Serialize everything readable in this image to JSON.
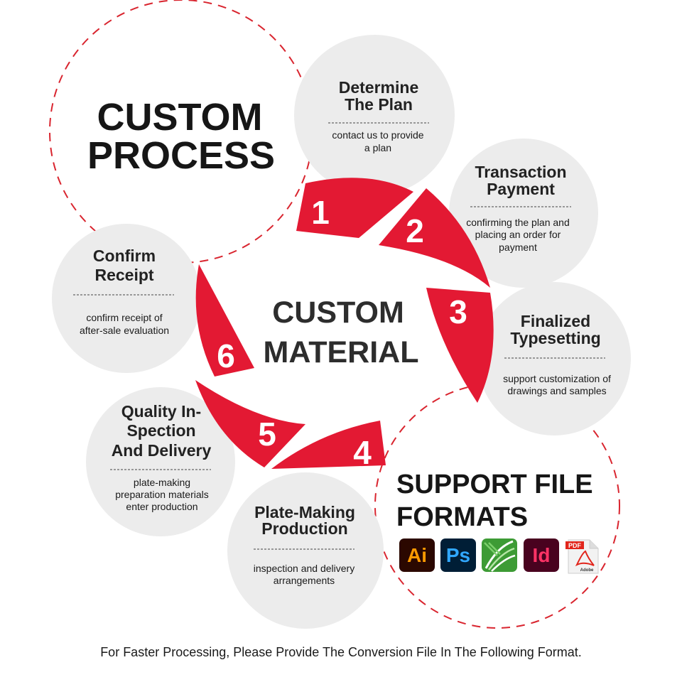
{
  "title": {
    "line1": "CUSTOM",
    "line2": "PROCESS"
  },
  "center": {
    "line1": "CUSTOM",
    "line2": "MATERIAL"
  },
  "steps": [
    {
      "number": "1",
      "title": [
        "Determine",
        "The Plan"
      ],
      "desc": [
        "contact us to provide",
        "a plan"
      ]
    },
    {
      "number": "2",
      "title": [
        "Transaction",
        "Payment"
      ],
      "desc": [
        "confirming the plan and",
        "placing an order for",
        "payment"
      ]
    },
    {
      "number": "3",
      "title": [
        "Finalized",
        "Typesetting"
      ],
      "desc": [
        "support customization of",
        "drawings and samples"
      ]
    },
    {
      "number": "4",
      "title": [
        "Plate-Making",
        "Production"
      ],
      "desc": [
        "inspection and delivery",
        "arrangements"
      ]
    },
    {
      "number": "5",
      "title": [
        "Quality In-",
        "Spection",
        "And Delivery"
      ],
      "desc": [
        "plate-making",
        "preparation materials",
        "enter production"
      ]
    },
    {
      "number": "6",
      "title": [
        "Confirm",
        "Receipt"
      ],
      "desc": [
        "confirm receipt of",
        "after-sale evaluation"
      ]
    }
  ],
  "formats": {
    "title": [
      "SUPPORT FILE",
      "FORMATS"
    ],
    "icons": [
      {
        "name": "illustrator-icon",
        "label": "Ai",
        "bg": "#2b0800",
        "fg": "#ff9a00"
      },
      {
        "name": "photoshop-icon",
        "label": "Ps",
        "bg": "#001e36",
        "fg": "#31a8ff"
      },
      {
        "name": "coreldraw-icon",
        "label": "",
        "bg": "#3d9b35",
        "fg": "#ffffff"
      },
      {
        "name": "indesign-icon",
        "label": "Id",
        "bg": "#49021f",
        "fg": "#ff3366"
      },
      {
        "name": "pdf-icon",
        "label": "PDF",
        "sublabel": "Adobe",
        "bg": "#f2f2f2",
        "fg": "#e1251b"
      }
    ]
  },
  "footer": "For Faster Processing, Please Provide The Conversion File In The Following Format.",
  "colors": {
    "accent": "#e31933",
    "bubble": "#ececec",
    "dashed": "#d9252f"
  }
}
